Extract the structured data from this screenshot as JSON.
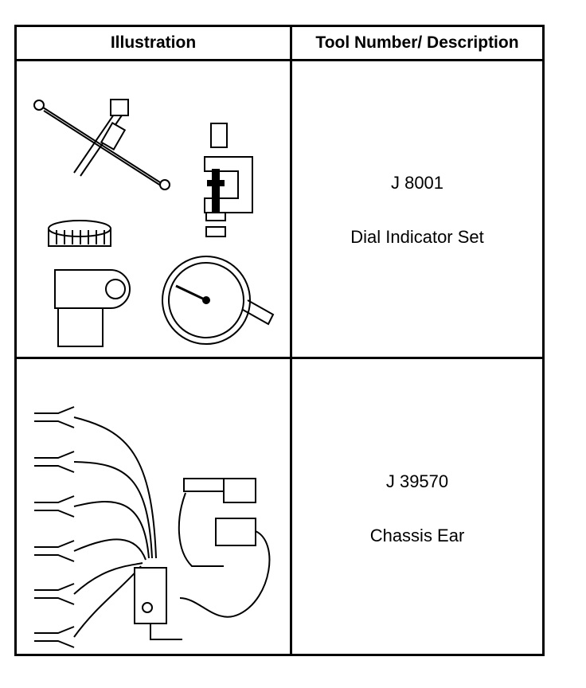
{
  "table": {
    "headers": {
      "illustration": "Illustration",
      "tool": "Tool Number/ Description"
    },
    "rows": [
      {
        "tool_number": "J 8001",
        "description": "Dial Indicator Set",
        "illustration_icon": "dial-indicator-set-icon"
      },
      {
        "tool_number": "J 39570",
        "description": "Chassis Ear",
        "illustration_icon": "chassis-ear-icon"
      }
    ]
  }
}
